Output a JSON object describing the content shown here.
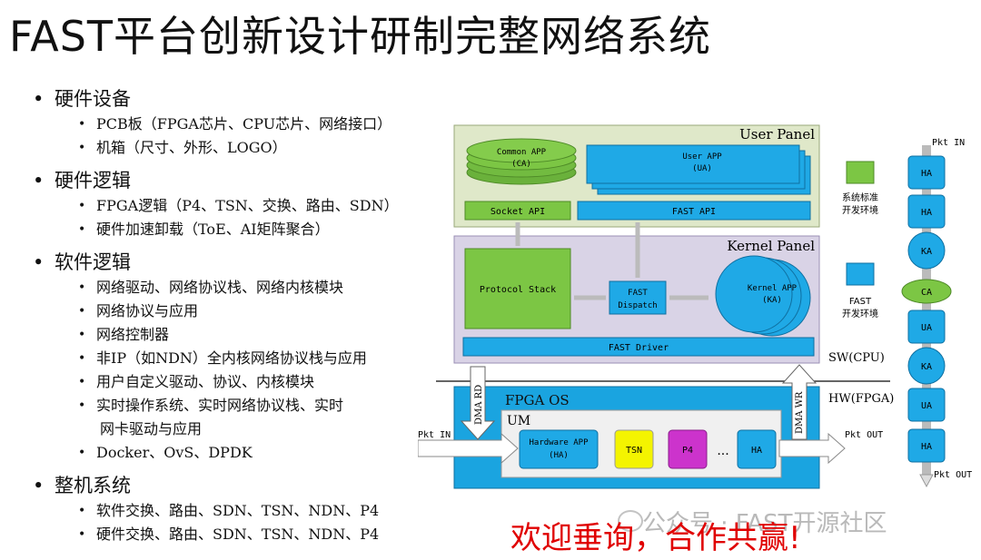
{
  "title": "FAST平台创新设计研制完整网络系统",
  "outline": [
    {
      "label": "硬件设备",
      "items": [
        "PCB板（FPGA芯片、CPU芯片、网络接口）",
        "机箱（尺寸、外形、LOGO）"
      ]
    },
    {
      "label": "硬件逻辑",
      "items": [
        "FPGA逻辑（P4、TSN、交换、路由、SDN）",
        "硬件加速卸载（ToE、AI矩阵聚合）"
      ]
    },
    {
      "label": "软件逻辑",
      "items": [
        "网络驱动、网络协议栈、网络内核模块",
        "网络协议与应用",
        "网络控制器",
        "非IP（如NDN）全内核网络协议栈与应用",
        "用户自定义驱动、协议、内核模块",
        "实时操作系统、实时网络协议栈、实时",
        "网卡驱动与应用",
        "Docker、OvS、DPDK"
      ]
    },
    {
      "label": "整机系统",
      "items": [
        "软件交换、路由、SDN、TSN、NDN、P4",
        "硬件交换、路由、SDN、TSN、NDN、P4"
      ]
    }
  ],
  "diagram": {
    "user_panel": "User Panel",
    "kernel_panel": "Kernel Panel",
    "common_app": "Common APP",
    "ca": "(CA)",
    "user_app": "User APP",
    "ua": "(UA)",
    "socket_api": "Socket API",
    "fast_api": "FAST API",
    "protocol_stack": "Protocol Stack",
    "fast_dispatch_1": "FAST",
    "fast_dispatch_2": "Dispatch",
    "kernel_app": "Kernel APP",
    "ka": "(KA)",
    "fast_driver": "FAST Driver",
    "sw_cpu": "SW(CPU)",
    "hw_fpga": "HW(FPGA)",
    "dma_rd": "DMA RD",
    "dma_wr": "DMA WR",
    "fpga_os": "FPGA OS",
    "um": "UM",
    "hardware_app": "Hardware APP",
    "ha_paren": "(HA)",
    "tsn": "TSN",
    "p4": "P4",
    "dots": "...",
    "ha": "HA",
    "pkt_in": "Pkt IN",
    "pkt_out": "Pkt OUT",
    "legend_green_1": "系统标准",
    "legend_green_2": "开发环境",
    "legend_blue_1": "FAST",
    "legend_blue_2": "开发环境",
    "pipeline_in": "Pkt IN",
    "pipeline_out": "Pkt OUT",
    "pipeline": [
      "HA",
      "HA",
      "KA",
      "CA",
      "UA",
      "KA",
      "UA",
      "HA"
    ]
  },
  "footer": {
    "watermark": "公众号 · FAST开源社区",
    "thanks": "欢迎垂询，合作共赢!"
  },
  "colors": {
    "blue": "#1fa9e6",
    "green": "#7cc644",
    "tsn_yellow": "#f4f400",
    "p4_magenta": "#cc33cc",
    "user_panel_bg": "#dfe8c9",
    "kernel_panel_bg": "#d9d3e6",
    "fpga_bg": "#1aa4e0",
    "thanks_red": "#e00000"
  }
}
